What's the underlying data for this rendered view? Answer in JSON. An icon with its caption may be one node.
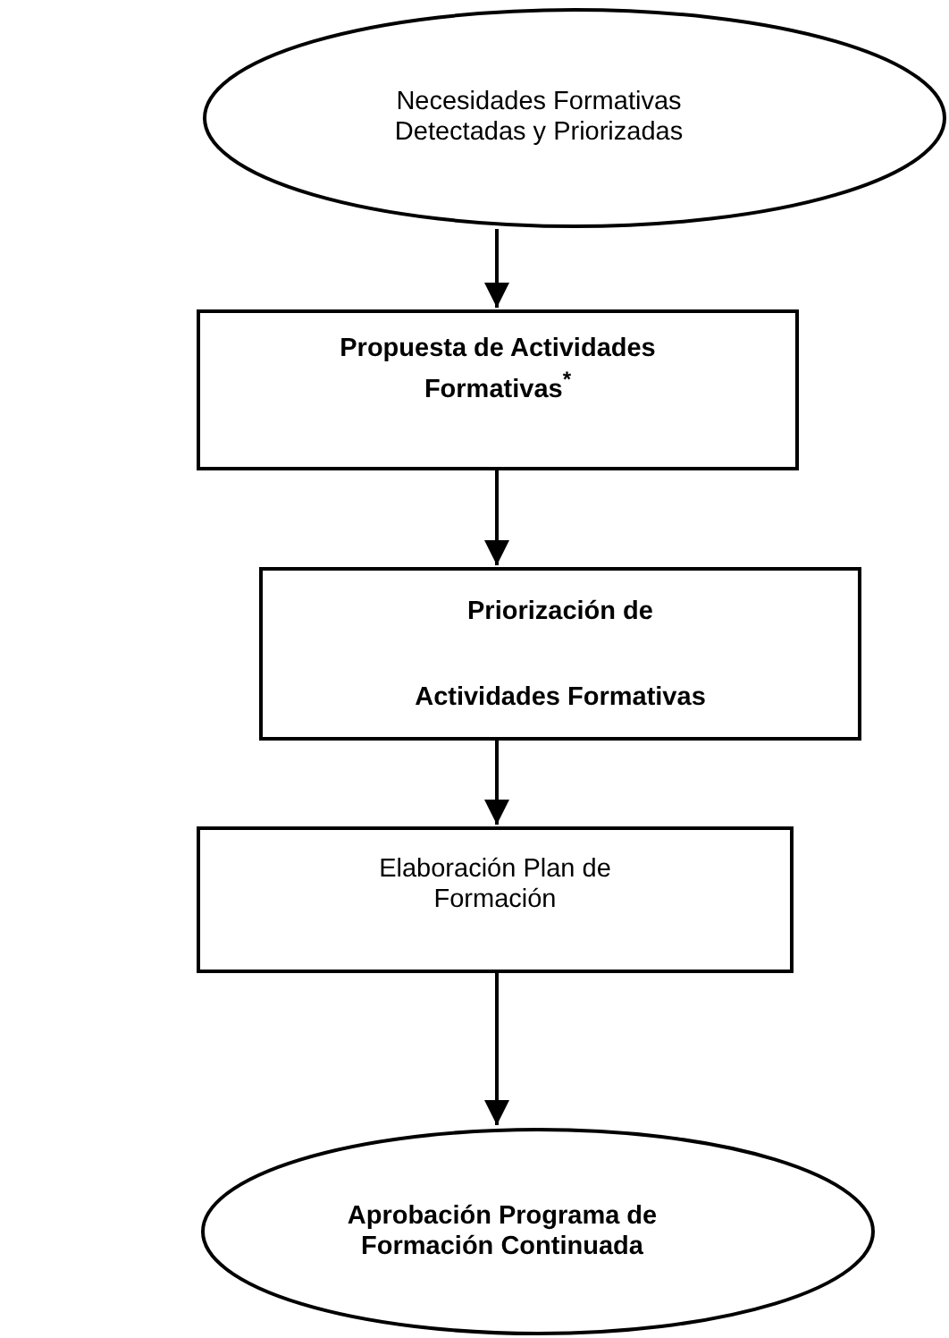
{
  "diagram": {
    "nodes": [
      {
        "text": [
          "Necesidades Formativas Detectadas y Priorizadas"
        ]
      },
      {
        "text": [
          "Propuesta de Actividades Formativas$^{*}$"
        ]
      },
      {
        "text": [
          "Priorización de Actividades Formativas"
        ]
      },
      {
        "text": [
          "Elaboración Plan de Formación"
        ]
      },
      {
        "text": [
          "Aprobación Programa de Formación Continuada"
        ]
      }
    ],
    "edges": [
      {
        "from": 0,
        "to": 1,
        "arrow": "to"
      },
      {
        "from": 1,
        "to": 2,
        "arrow": "to"
      },
      {
        "from": 2,
        "to": 3,
        "arrow": "to"
      },
      {
        "from": 3,
        "to": 4,
        "arrow": "to"
      }
    ]
  }
}
